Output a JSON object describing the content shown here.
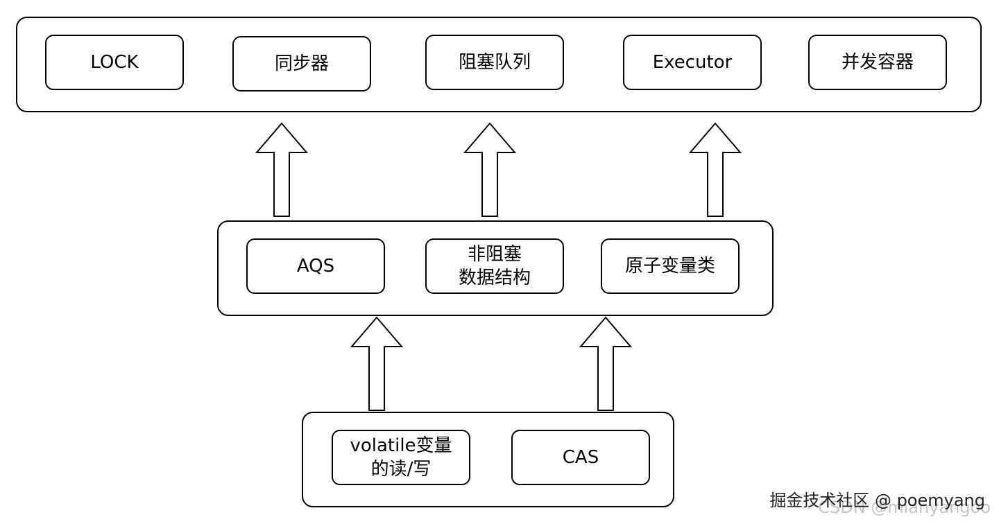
{
  "top_layer": {
    "items": [
      "LOCK",
      "同步器",
      "阻塞队列",
      "Executor",
      "并发容器"
    ]
  },
  "middle_layer": {
    "items": [
      "AQS",
      "非阻塞\n数据结构",
      "原子变量类"
    ]
  },
  "bottom_layer": {
    "items": [
      "volatile变量\n的读/写",
      "CAS"
    ]
  },
  "watermark": {
    "primary": "掘金技术社区 @ poemyang",
    "secondary": "CSDN @mianyangoo"
  },
  "colors": {
    "stroke": "#000000",
    "fill": "#ffffff"
  }
}
